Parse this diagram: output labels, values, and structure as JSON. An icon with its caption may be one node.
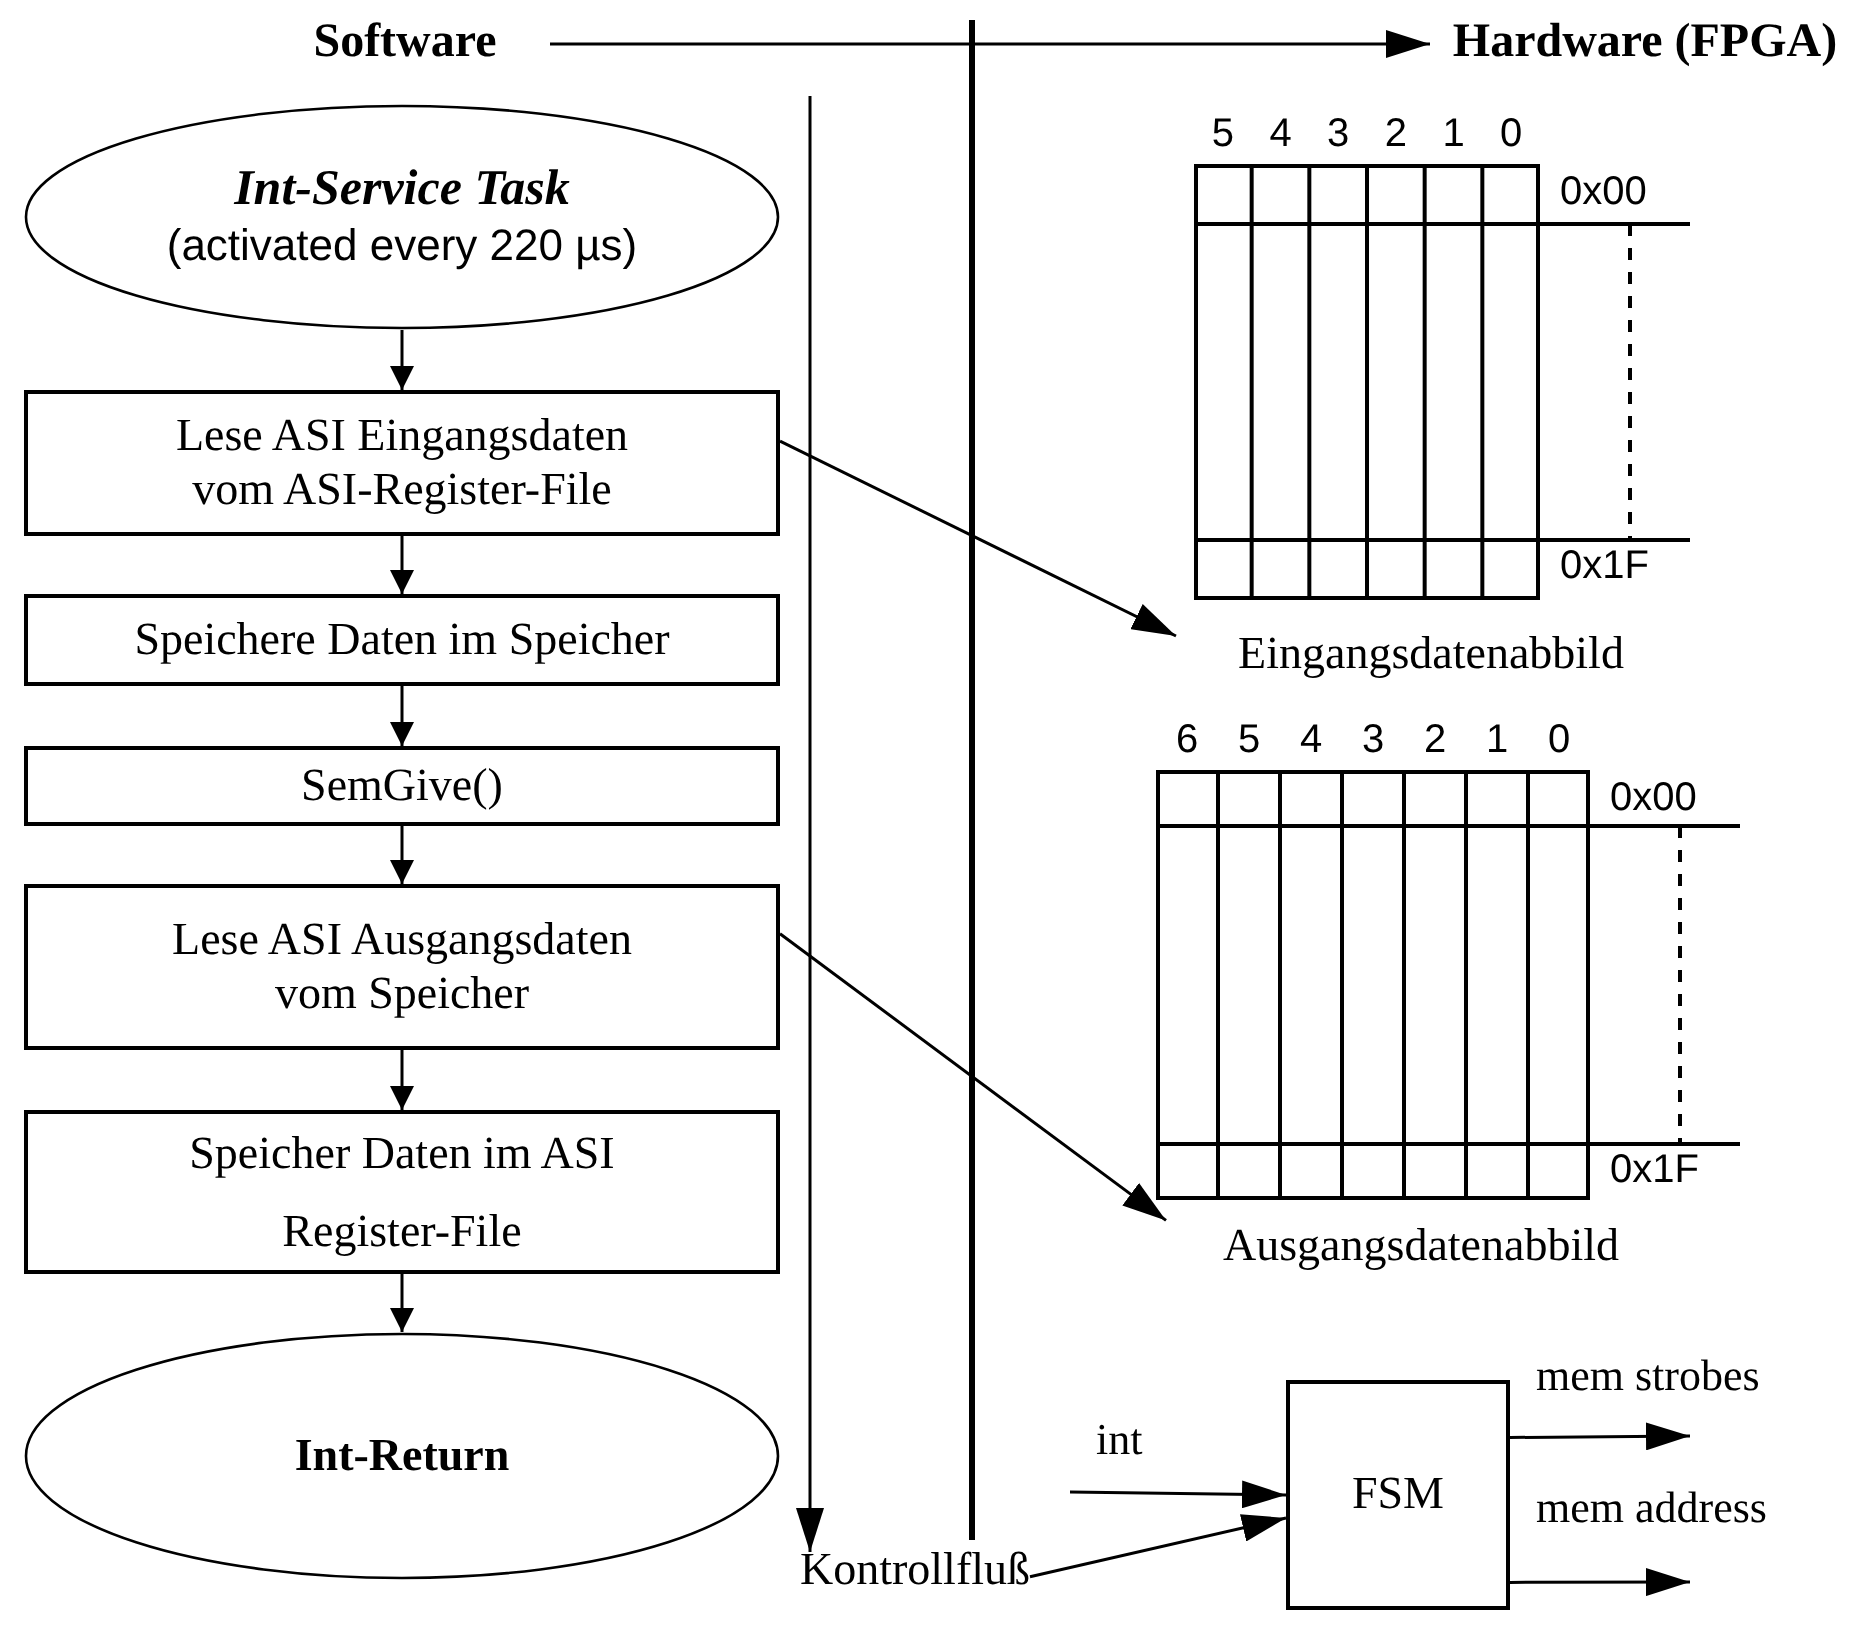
{
  "diagram": {
    "nodes": [
      {
        "text": [
          "Int-Service Task",
          "(activated every 220 µs)"
        ]
      },
      {
        "text": [
          "Lese ASI Eingangsdaten vom ASI-Register-File"
        ]
      },
      {
        "text": [
          "Speichere Daten im Speicher"
        ]
      },
      {
        "text": [
          "SemGive()"
        ]
      },
      {
        "text": [
          "Lese ASI Ausgangsdaten vom Speicher"
        ]
      },
      {
        "text": [
          "Speicher Daten im ASI Register-File"
        ]
      },
      {
        "text": [
          "Int-Return"
        ]
      },
      {
        "text": [],
        "shape": "box",
        "beside": [
          "5",
          "4",
          "3",
          "2",
          "1",
          "0",
          "0x00",
          "0x1F"
        ]
      },
      {
        "text": [
          "Eingangsdatenabbild"
        ]
      },
      {
        "text": [],
        "shape": "box",
        "beside": [
          "6",
          "5",
          "4",
          "3",
          "2",
          "1",
          "0",
          "0x00",
          "0x1F"
        ]
      },
      {
        "text": [
          "Ausgangsdatenabbild"
        ]
      },
      {
        "text": [
          "FSM"
        ]
      },
      {
        "text": [
          "Kontrollfluß"
        ]
      },
      {
        "text": [
          "Software"
        ]
      },
      {
        "text": [
          "Hardware (FPGA)"
        ]
      }
    ],
    "edges": [
      {
        "from": 0,
        "to": 1,
        "arrow": "to"
      },
      {
        "from": 1,
        "to": 2,
        "arrow": "to"
      },
      {
        "from": 2,
        "to": 3,
        "arrow": "to"
      },
      {
        "from": 3,
        "to": 4,
        "arrow": "to"
      },
      {
        "from": 4,
        "to": 5,
        "arrow": "to"
      },
      {
        "from": 5,
        "to": 6,
        "arrow": "to"
      },
      {
        "from": 1,
        "to": 8,
        "arrow": "to"
      },
      {
        "from": 4,
        "to": 10,
        "arrow": "to"
      },
      {
        "from": 13,
        "to": 14,
        "arrow": "to"
      },
      {
        "from": null,
        "to": 11,
        "arrow": "to",
        "label": "int"
      },
      {
        "from": 11,
        "to": null,
        "arrow": "to",
        "label": "mem strobes"
      },
      {
        "from": 11,
        "to": null,
        "arrow": "to",
        "label": "mem address"
      },
      {
        "from": 12,
        "to": 11,
        "arrow": "to"
      }
    ]
  }
}
